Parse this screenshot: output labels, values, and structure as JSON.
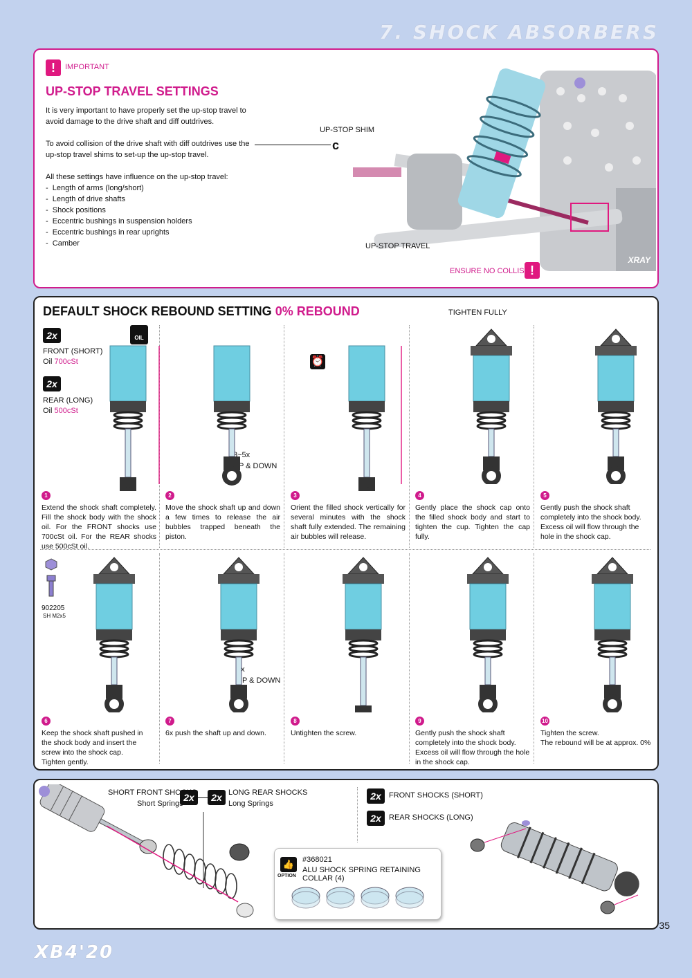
{
  "header": {
    "section_title": "7. SHOCK ABSORBERS"
  },
  "important": {
    "badge_label": "IMPORTANT",
    "title": "UP-STOP TRAVEL SETTINGS",
    "para1": "It is very important to have properly set the up-stop travel to avoid damage to the drive shaft and diff outdrives.",
    "para2": "To avoid collision of the drive shaft with diff outdrives use the up-stop travel shims to set-up the up-stop travel.",
    "para3": "All these settings have influence on the up-stop travel:",
    "list": [
      "Length of arms (long/short)",
      "Length of drive shafts",
      "Shock positions",
      "Eccentric bushings in suspension holders",
      "Eccentric bushings in rear uprights",
      "Camber"
    ],
    "callout_shim": "UP-STOP SHIM",
    "callout_travel": "UP-STOP TRAVEL",
    "callout_collision": "ENSURE NO COLLISION",
    "chassis_logo": "XRAY"
  },
  "rebound": {
    "title_main": "DEFAULT SHOCK REBOUND SETTING",
    "title_accent": "0% REBOUND",
    "tighten_fully": "TIGHTEN FULLY",
    "qty_front": "2x",
    "front_label": "FRONT (SHORT)",
    "front_oil_prefix": "Oil",
    "front_oil_value": "700cSt",
    "qty_rear": "2x",
    "rear_label": "REAR (LONG)",
    "rear_oil_prefix": "Oil",
    "rear_oil_value": "500cSt",
    "oil_icon_label": "OIL",
    "updown_1_count": "3~5x",
    "updown_1_text": "UP & DOWN",
    "updown_2_count": "6x",
    "updown_2_text": "UP & DOWN",
    "part_number": "902205",
    "part_desc": "SH M2x5",
    "steps": [
      {
        "num": "1",
        "text": "Extend the shock shaft completely. Fill the shock body with the shock oil. For the FRONT shocks use 700cSt oil. For the REAR shocks use 500cSt oil."
      },
      {
        "num": "2",
        "text": "Move the shock shaft up and down a few times to release the air bubbles trapped beneath the piston."
      },
      {
        "num": "3",
        "text": "Orient the filled shock vertically for several minutes with the shock shaft fully extended. The remaining air bubbles will release."
      },
      {
        "num": "4",
        "text": "Gently place the shock cap onto the filled shock body and start to tighten the cup. Tighten the cap fully."
      },
      {
        "num": "5",
        "text": "Gently push the shock shaft completely into the shock body. Excess oil will flow through the hole in the shock cap."
      },
      {
        "num": "6",
        "text": "Keep the shock shaft pushed in the shock body and insert the screw into the shock cap. Tighten gently."
      },
      {
        "num": "7",
        "text": "6x push the shaft up and down."
      },
      {
        "num": "8",
        "text": "Untighten the screw."
      },
      {
        "num": "9",
        "text": "Gently push the shock shaft completely into the shock body. Excess oil will flow through the hole in the shock cap."
      },
      {
        "num": "10",
        "text": "Tighten the screw.\nThe rebound will be at approx. 0%"
      }
    ]
  },
  "springs": {
    "short_front_title": "SHORT FRONT SHOCKS",
    "short_front_sub": "Short Springs",
    "qty_a": "2x",
    "qty_b": "2x",
    "long_rear_title": "LONG REAR SHOCKS",
    "long_rear_sub": "Long Springs",
    "qty_c": "2x",
    "front_short": "FRONT SHOCKS (SHORT)",
    "qty_d": "2x",
    "rear_long": "REAR SHOCKS (LONG)",
    "option_label": "OPTION",
    "option_part": "#368021",
    "option_desc": "ALU SHOCK SPRING RETAINING COLLAR (4)"
  },
  "footer": {
    "model": "XB4'20",
    "page": "35"
  },
  "colors": {
    "accent": "#d01b8c",
    "background": "#c2d2ee",
    "shock_blue": "#57c6dc"
  }
}
